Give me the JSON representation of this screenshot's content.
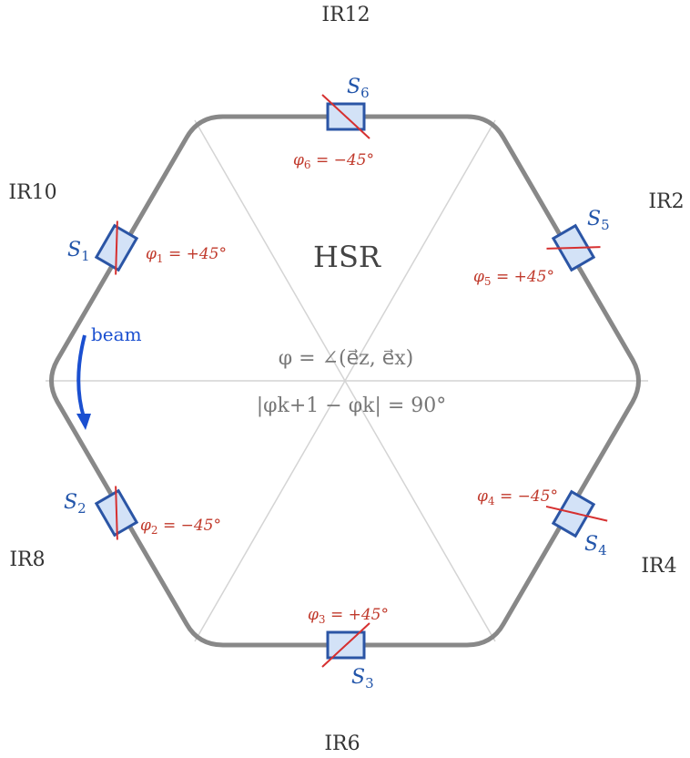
{
  "diagram": {
    "title": "HSR",
    "formula_1": "φ = ∠(e⃗z, e⃗x)",
    "formula_2": "|φk+1 − φk| = 90°",
    "beam_label": "beam",
    "colors": {
      "ring": "#888888",
      "spokes": "#d4d4d4",
      "magnet_fill": "#d3e2f7",
      "magnet_stroke": "#2b55a5",
      "angle_text": "#c0392b",
      "beam_arrow": "#1a4fd0"
    },
    "interaction_regions": [
      "IR12",
      "IR2",
      "IR4",
      "IR6",
      "IR8",
      "IR10"
    ],
    "snakes": [
      {
        "name": "S",
        "index": "1",
        "angle": "+45°"
      },
      {
        "name": "S",
        "index": "2",
        "angle": "−45°"
      },
      {
        "name": "S",
        "index": "3",
        "angle": "+45°"
      },
      {
        "name": "S",
        "index": "4",
        "angle": "−45°"
      },
      {
        "name": "S",
        "index": "5",
        "angle": "+45°"
      },
      {
        "name": "S",
        "index": "6",
        "angle": "−45°"
      }
    ]
  }
}
